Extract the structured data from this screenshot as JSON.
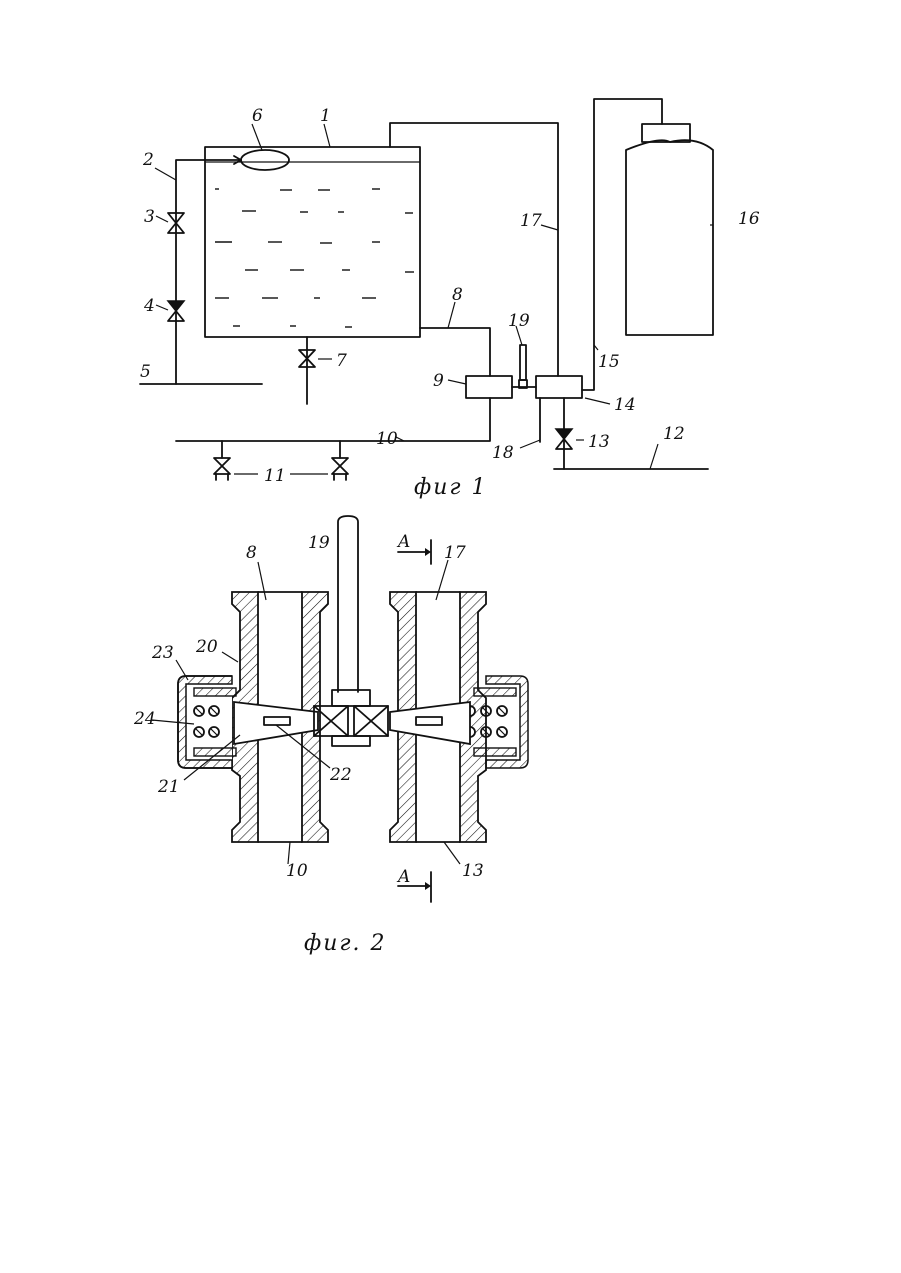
{
  "figure1": {
    "caption": "фиг 1",
    "labels": {
      "l1": "1",
      "l2": "2",
      "l3": "3",
      "l4": "4",
      "l5": "5",
      "l6": "6",
      "l7": "7",
      "l8": "8",
      "l9": "9",
      "l10": "10",
      "l11": "11",
      "l12": "12",
      "l13": "13",
      "l14": "14",
      "l15": "15",
      "l16": "16",
      "l17": "17",
      "l18": "18",
      "l19": "19"
    }
  },
  "figure2": {
    "caption": "фиг. 2",
    "labels": {
      "l8": "8",
      "l10": "10",
      "l13": "13",
      "l17": "17",
      "l19": "19",
      "l20": "20",
      "l21": "21",
      "l22": "22",
      "l23": "23",
      "l24": "24",
      "sectionTop": "A",
      "sectionBottom": "A"
    }
  },
  "colors": {
    "ink": "#111111",
    "paper": "#ffffff"
  }
}
